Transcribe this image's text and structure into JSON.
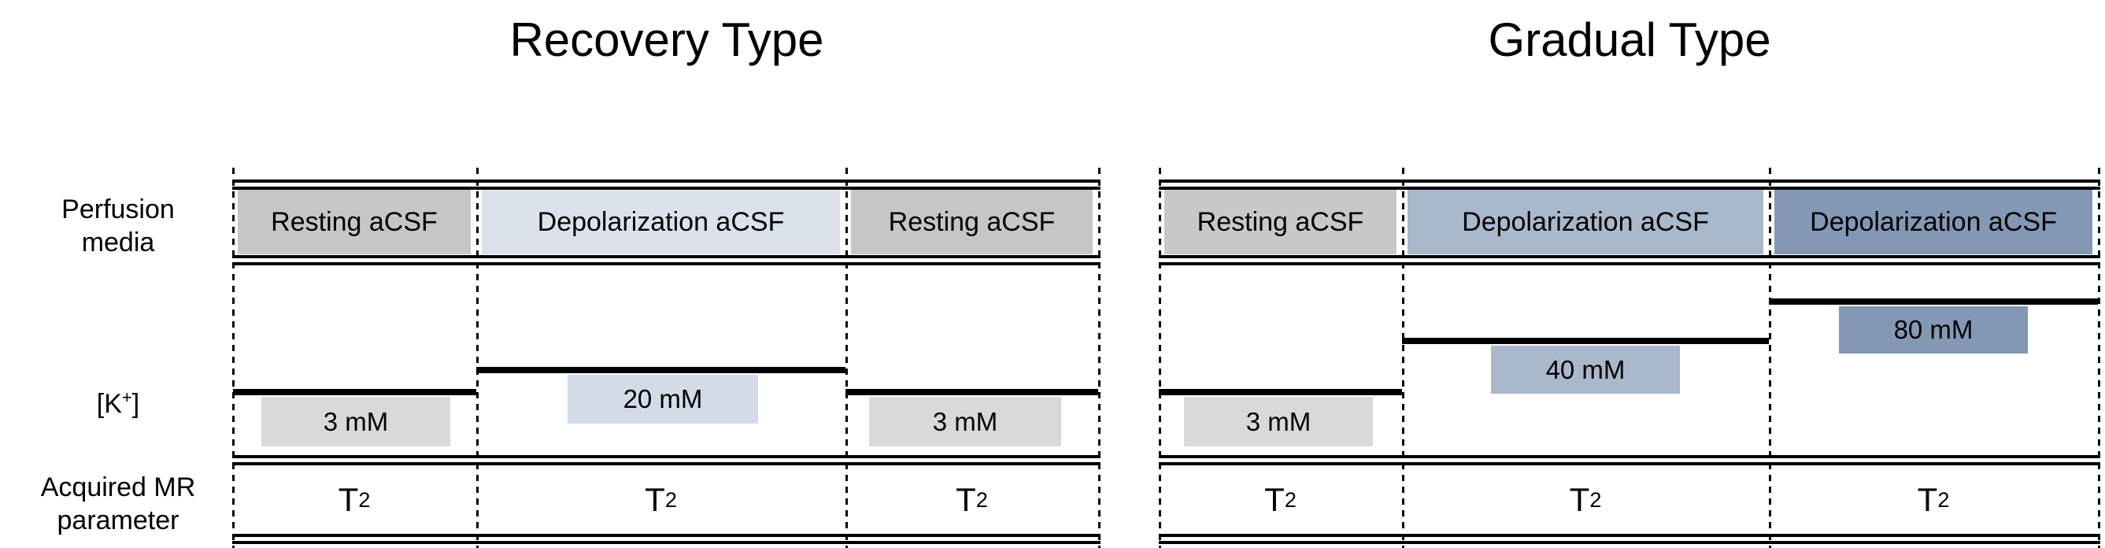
{
  "row_labels": {
    "perfusion": "Perfusion\nmedia",
    "potassium": {
      "open": "[K",
      "sup": "+",
      "close": "]"
    },
    "mr": "Acquired MR\nparameter"
  },
  "tables": {
    "left": {
      "title": "Recovery Type",
      "columns": [
        {
          "media": "Resting aCSF",
          "media_color": "#c7c6c2",
          "k_value": "3 mM",
          "k_box_color": "#d9d9d9",
          "mr_base": "T",
          "mr_sub": "2"
        },
        {
          "media": "Depolarization aCSF",
          "media_color": "#dce2ec",
          "k_value": "20 mM",
          "k_box_color": "#d4dbe8",
          "mr_base": "T",
          "mr_sub": "2"
        },
        {
          "media": "Resting aCSF",
          "media_color": "#c7c6c2",
          "k_value": "3 mM",
          "k_box_color": "#d9d9d9",
          "mr_base": "T",
          "mr_sub": "2"
        }
      ]
    },
    "right": {
      "title": "Gradual Type",
      "columns": [
        {
          "media": "Resting aCSF",
          "media_color": "#c9c8c4",
          "k_value": "3 mM",
          "k_box_color": "#d9d9d9",
          "mr_base": "T",
          "mr_sub": "2"
        },
        {
          "media": "Depolarization aCSF",
          "media_color": "#aab8cb",
          "k_value": "40 mM",
          "k_box_color": "#aab8cb",
          "mr_base": "T",
          "mr_sub": "2"
        },
        {
          "media": "Depolarization aCSF",
          "media_color": "#8398b4",
          "k_value": "80 mM",
          "k_box_color": "#8398b4",
          "mr_base": "T",
          "mr_sub": "2"
        }
      ]
    }
  }
}
